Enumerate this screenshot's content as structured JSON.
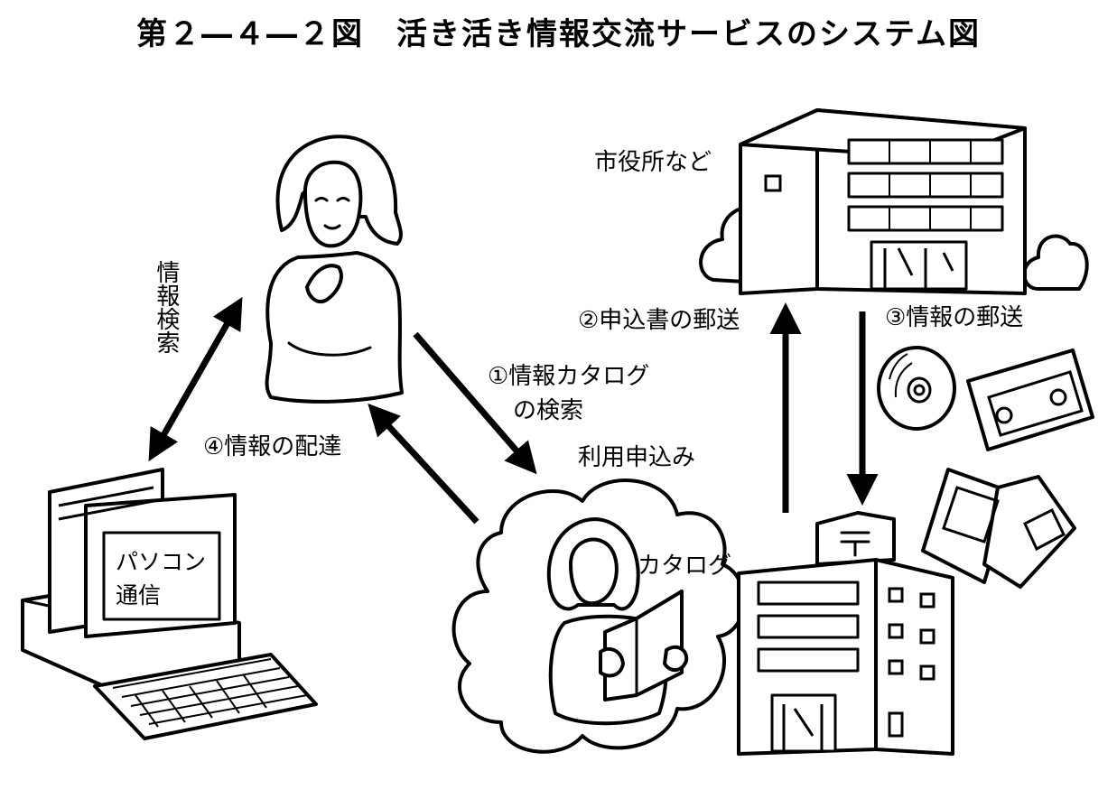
{
  "title": "第２―４―２図　活き活き情報交流サービスのシステム図",
  "labels": {
    "city_office": "市役所など",
    "info_search_vertical": "情報検索",
    "step1_line1": "①情報カタログ",
    "step1_line2": "の検索",
    "usage_application": "利用申込み",
    "step2": "②申込書の郵送",
    "step3": "③情報の郵送",
    "step4": "④情報の配達",
    "pc_screen_line1": "パソコン",
    "pc_screen_line2": "通信",
    "catalog": "カタログ"
  }
}
